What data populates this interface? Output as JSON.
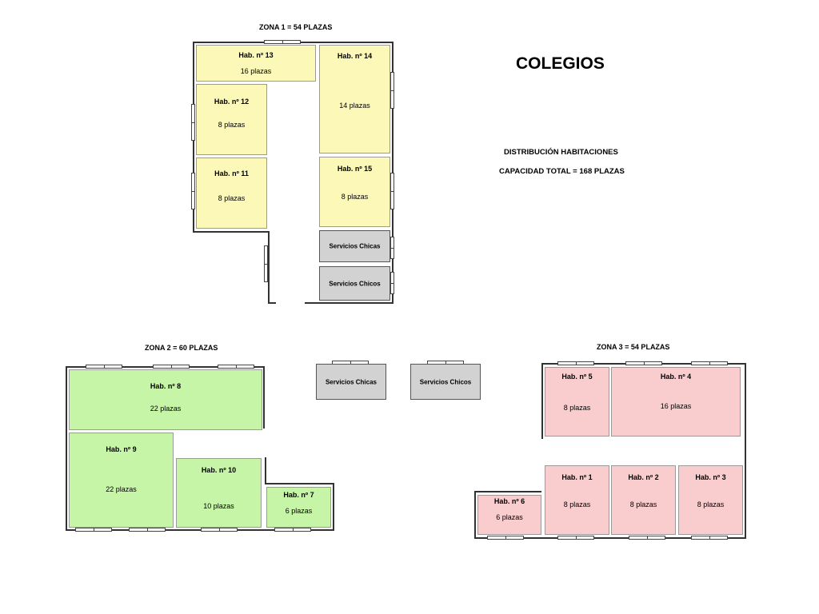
{
  "title": "COLEGIOS",
  "subtitle": "DISTRIBUCIÓN HABITACIONES",
  "capacity": "CAPACIDAD TOTAL = 168 PLAZAS",
  "zones": {
    "z1": "ZONA 1 = 54 PLAZAS",
    "z2": "ZONA 2 = 60 PLAZAS",
    "z3": "ZONA 3 = 54 PLAZAS"
  },
  "colors": {
    "zona1": "#fbf8b8",
    "zona2": "#c7f5a8",
    "zona3": "#f9cdcd",
    "servicios": "#d2d2d2"
  },
  "rooms": {
    "r13": {
      "name": "Hab. nº 13",
      "cap": "16 plazas"
    },
    "r14": {
      "name": "Hab. nº 14",
      "cap": "14 plazas"
    },
    "r12": {
      "name": "Hab. nº 12",
      "cap": "8 plazas"
    },
    "r11": {
      "name": "Hab. nº 11",
      "cap": "8 plazas"
    },
    "r15": {
      "name": "Hab. nº 15",
      "cap": "8 plazas"
    },
    "r8": {
      "name": "Hab. nº 8",
      "cap": "22 plazas"
    },
    "r9": {
      "name": "Hab. nº 9",
      "cap": "22 plazas"
    },
    "r10": {
      "name": "Hab. nº 10",
      "cap": "10 plazas"
    },
    "r7": {
      "name": "Hab. nº 7",
      "cap": "6 plazas"
    },
    "r5": {
      "name": "Hab. nº 5",
      "cap": "8 plazas"
    },
    "r4": {
      "name": "Hab. nº 4",
      "cap": "16 plazas"
    },
    "r6": {
      "name": "Hab. nº 6",
      "cap": "6 plazas"
    },
    "r1": {
      "name": "Hab. nº 1",
      "cap": "8 plazas"
    },
    "r2": {
      "name": "Hab. nº 2",
      "cap": "8 plazas"
    },
    "r3": {
      "name": "Hab. nº 3",
      "cap": "8 plazas"
    }
  },
  "services": {
    "z1_chicas": "Servicios Chicas",
    "z1_chicos": "Servicios Chicos",
    "mid_chicas": "Servicios Chicas",
    "mid_chicos": "Servicios Chicos"
  }
}
